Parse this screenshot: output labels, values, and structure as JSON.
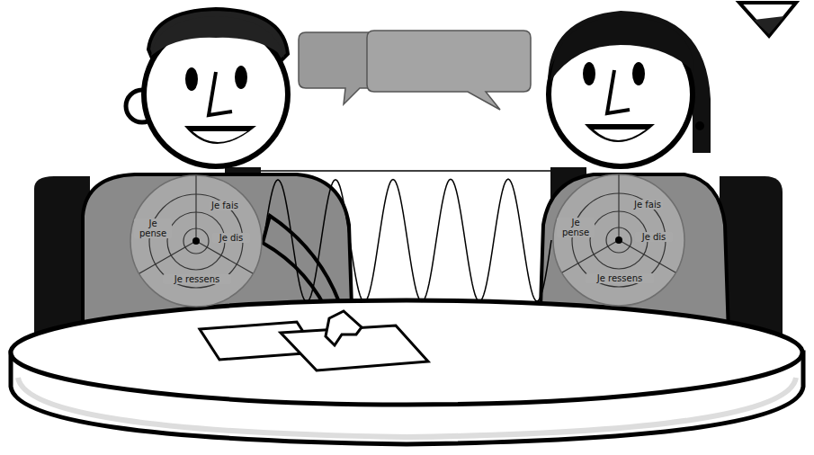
{
  "diagram": {
    "nodes": [
      {
        "text": [
          "Je pense",
          "Je fais",
          "Je dis",
          "Je ressens"
        ]
      },
      {
        "text": [
          "Je pense",
          "Je fais",
          "Je dis",
          "Je ressens"
        ]
      }
    ],
    "edges": [
      {
        "from": 0,
        "to": 1,
        "arrow": "none"
      }
    ]
  }
}
